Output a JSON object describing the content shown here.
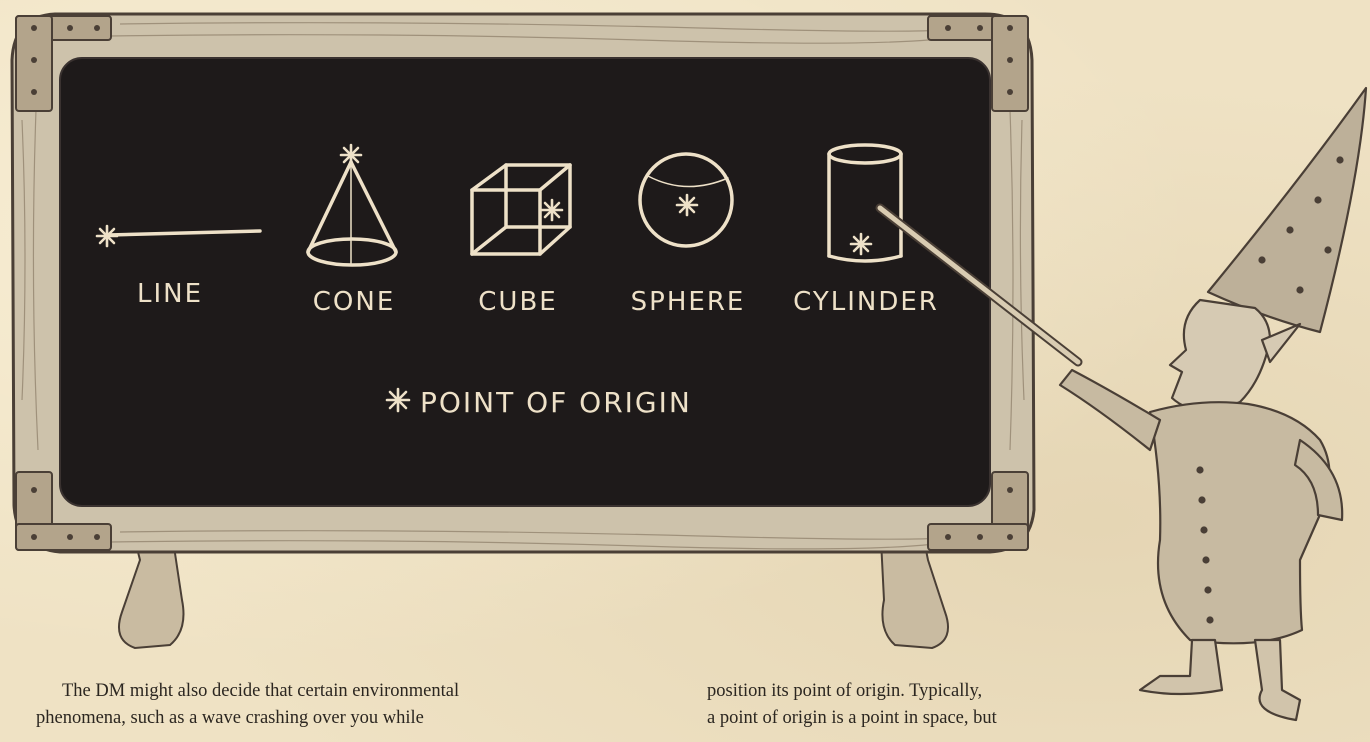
{
  "board": {
    "shapes": [
      {
        "id": "line",
        "label": "LINE"
      },
      {
        "id": "cone",
        "label": "CONE"
      },
      {
        "id": "cube",
        "label": "CUBE"
      },
      {
        "id": "sphere",
        "label": "SPHERE"
      },
      {
        "id": "cylinder",
        "label": "CYLINDER"
      }
    ],
    "legend": "POINT OF ORIGIN"
  },
  "text": {
    "left_col": [
      "The DM might also decide that certain environmental",
      "phenomena, such as a wave crashing over you while"
    ],
    "right_col": [
      "position its point of origin. Typically,",
      "a point of origin is a point in space, but"
    ]
  },
  "colors": {
    "board": "#1e1a1a",
    "chalk": "#eee1c8",
    "wood": "#cbbfa8",
    "ink": "#4a3f36",
    "paper": "#efe2c4"
  }
}
